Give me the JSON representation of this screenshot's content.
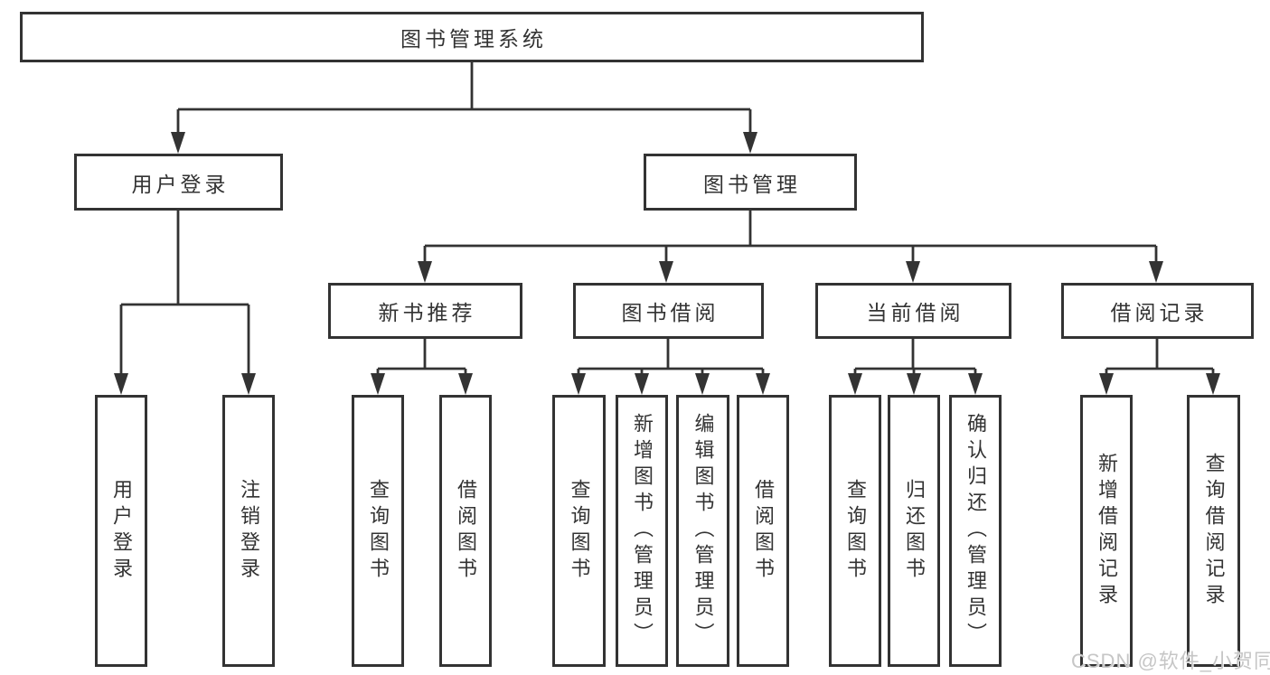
{
  "root": {
    "label": "图书管理系统"
  },
  "level2": [
    {
      "id": "user-login",
      "label": "用户登录"
    },
    {
      "id": "book-management",
      "label": "图书管理"
    }
  ],
  "level3": [
    {
      "id": "new-book-recommendation",
      "label": "新书推荐"
    },
    {
      "id": "book-borrowing",
      "label": "图书借阅"
    },
    {
      "id": "current-borrowing",
      "label": "当前借阅"
    },
    {
      "id": "borrowing-records",
      "label": "借阅记录"
    }
  ],
  "leaves": [
    {
      "id": "user-login",
      "label": "用户登录"
    },
    {
      "id": "logout",
      "label": "注销登录"
    },
    {
      "id": "query-books-recommend",
      "label": "查询图书"
    },
    {
      "id": "borrow-books-recommend",
      "label": "借阅图书"
    },
    {
      "id": "query-books-borrowing",
      "label": "查询图书"
    },
    {
      "id": "add-books-admin",
      "label": "新增图书（管理员）"
    },
    {
      "id": "edit-books-admin",
      "label": "编辑图书（管理员）"
    },
    {
      "id": "borrow-books-borrowing",
      "label": "借阅图书"
    },
    {
      "id": "query-books-current",
      "label": "查询图书"
    },
    {
      "id": "return-books",
      "label": "归还图书"
    },
    {
      "id": "confirm-return-admin",
      "label": "确认归还（管理员）"
    },
    {
      "id": "add-borrowing-record",
      "label": "新增借阅记录"
    },
    {
      "id": "query-borrowing-record",
      "label": "查询借阅记录"
    }
  ],
  "watermark": {
    "text": "CSDN @软件_小贺同学",
    "color": "#c6c6c6"
  },
  "colors": {
    "line": "#333333",
    "text": "#333333",
    "background": "#ffffff"
  }
}
